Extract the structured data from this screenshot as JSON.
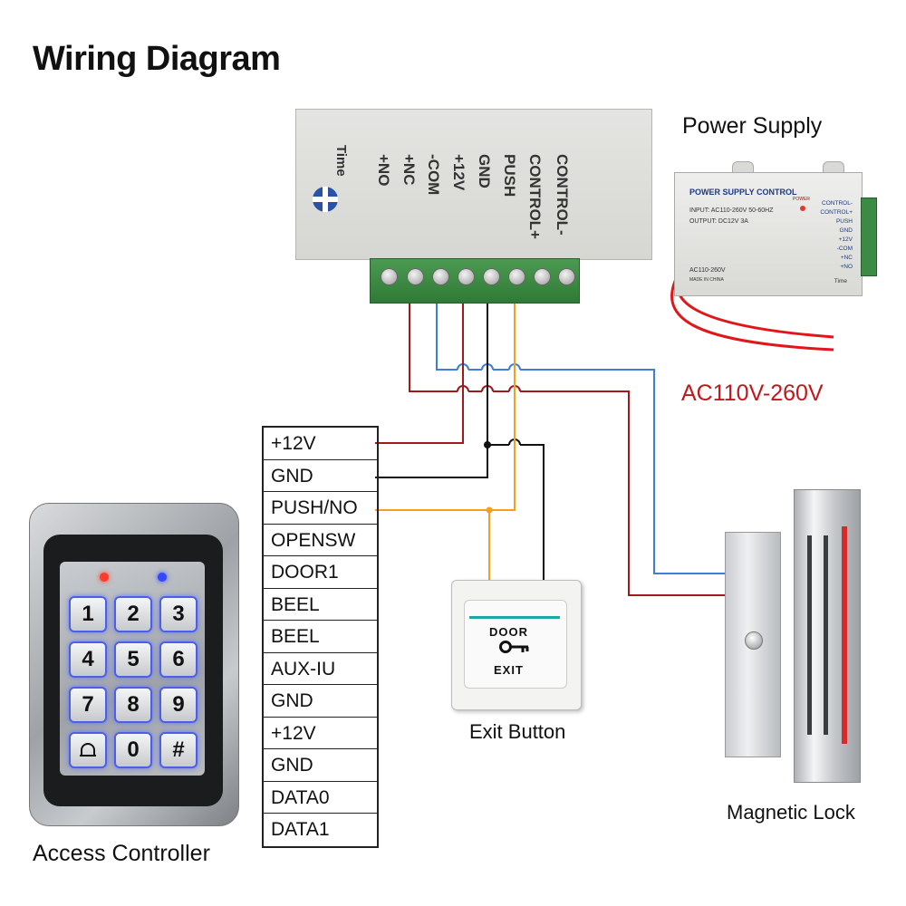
{
  "title": "Wiring Diagram",
  "labels": {
    "power_supply": "Power Supply",
    "ac_input": "AC110V-260V",
    "exit_button": "Exit Button",
    "magnetic_lock": "Magnetic Lock",
    "access_controller": "Access Controller"
  },
  "controller_module": {
    "time_label": "Time",
    "terminals": [
      "+NO",
      "+NC",
      "-COM",
      "+12V",
      "GND",
      "PUSH",
      "CONTROL+",
      "CONTROL-"
    ]
  },
  "power_supply_unit": {
    "title": "POWER SUPPLY CONTROL",
    "input": "INPUT: AC110-260V 50-60HZ",
    "output": "OUTPUT: DC12V  3A",
    "power_led": "POWER",
    "ac_label": "AC110-260V",
    "made_in": "MADE IN CHINA",
    "time_label": "Time",
    "terminals": [
      "CONTROL-",
      "CONTROL+",
      "PUSH",
      "GND",
      "+12V",
      "-COM",
      "+NC",
      "+NO"
    ]
  },
  "access_controller_terminals": [
    "+12V",
    "GND",
    "PUSH/NO",
    "OPENSW",
    "DOOR1",
    "BEEL",
    "BEEL",
    "AUX-IU",
    "GND",
    "+12V",
    "GND",
    "DATA0",
    "DATA1"
  ],
  "keypad": {
    "keys": [
      "1",
      "2",
      "3",
      "4",
      "5",
      "6",
      "7",
      "8",
      "9",
      "bell",
      "0",
      "#"
    ]
  },
  "exit_button_face": {
    "top": "DOOR",
    "bottom": "EXIT",
    "strip_color": "#1ea7a2"
  },
  "wire_colors": {
    "red": "#a3181b",
    "black": "#111111",
    "orange": "#f0a21c",
    "blue": "#3b7fd9",
    "mains_red": "#e0161b"
  },
  "colors": {
    "ac_text": "#c0171c",
    "terminal_green": "#3c8b44",
    "key_glow": "#4c5fe6"
  }
}
